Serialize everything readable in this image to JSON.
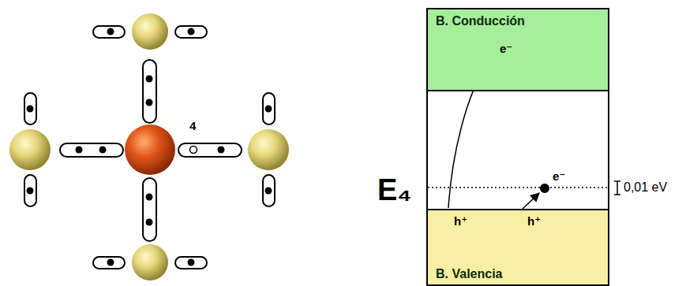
{
  "diagram": {
    "nodes": [
      {
        "text": [
          "B. Conducción"
        ]
      },
      {
        "text": [
          "B. Valencia"
        ]
      }
    ],
    "labels": [
      "4",
      "e⁻",
      "e⁻",
      "E₄",
      "0,01 eV",
      "h⁺",
      "h⁺"
    ]
  }
}
